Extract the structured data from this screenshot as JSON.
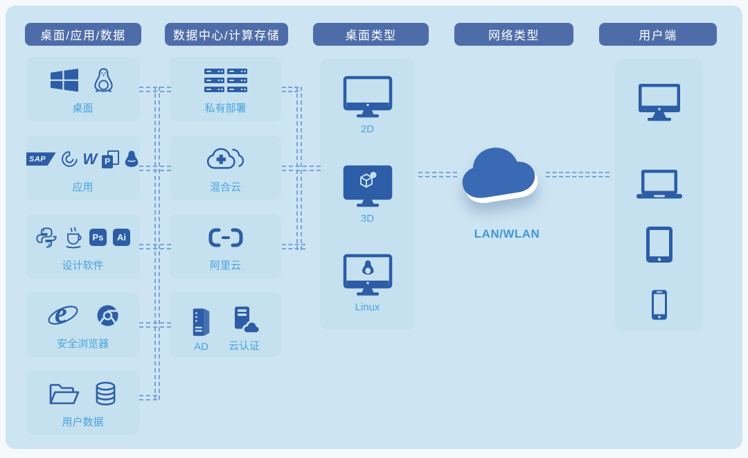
{
  "colors": {
    "canvas_bg": "#cde4f2",
    "box_bg": "#c5e1ef",
    "header_bg": "#4e6da8",
    "header_text": "#ffffff",
    "icon_blue": "#2d5da6",
    "label_blue": "#4aa3de",
    "connector_blue": "#76a3d8",
    "cloud_blue": "#3a6ab4"
  },
  "c1": {
    "header": "桌面/应用/数据",
    "boxes": [
      {
        "label": "桌面",
        "icons": [
          "windows-icon",
          "linux-tux-icon"
        ]
      },
      {
        "label": "应用",
        "sap": "SAP",
        "wps": "W",
        "project": "P",
        "icons": [
          "sap-icon",
          "yonyou-icon",
          "wps-icon",
          "project-icon",
          "qq-icon"
        ]
      },
      {
        "label": "设计软件",
        "ps": "Ps",
        "ai": "Ai",
        "icons": [
          "python-icon",
          "java-icon",
          "photoshop-icon",
          "illustrator-icon"
        ]
      },
      {
        "label": "安全浏览器",
        "ie": "e",
        "icons": [
          "ie-icon",
          "chrome-icon"
        ]
      },
      {
        "label": "用户数据",
        "icons": [
          "folder-icon",
          "database-icon"
        ]
      }
    ]
  },
  "c2": {
    "header": "数据中心/计算存储",
    "boxes": [
      {
        "label": "私有部署",
        "icons": [
          "server-rack-icon"
        ]
      },
      {
        "label": "混合云",
        "icons": [
          "hybrid-cloud-icon"
        ]
      },
      {
        "label": "阿里云",
        "icons": [
          "aliyun-icon"
        ]
      },
      {
        "label_ad": "AD",
        "label_auth": "云认证",
        "icons": [
          "ad-server-icon",
          "cloud-auth-icon"
        ]
      }
    ]
  },
  "c3": {
    "header": "桌面类型",
    "items": [
      {
        "label": "2D",
        "icon": "monitor-2d-icon"
      },
      {
        "label": "3D",
        "icon": "monitor-3d-icon"
      },
      {
        "label": "Linux",
        "icon": "monitor-linux-icon"
      }
    ]
  },
  "c4": {
    "header": "网络类型",
    "cloud_label": "LAN/WLAN",
    "icon": "network-cloud-icon"
  },
  "c5": {
    "header": "用户端",
    "devices": [
      "desktop-monitor",
      "laptop",
      "tablet",
      "smartphone"
    ]
  }
}
